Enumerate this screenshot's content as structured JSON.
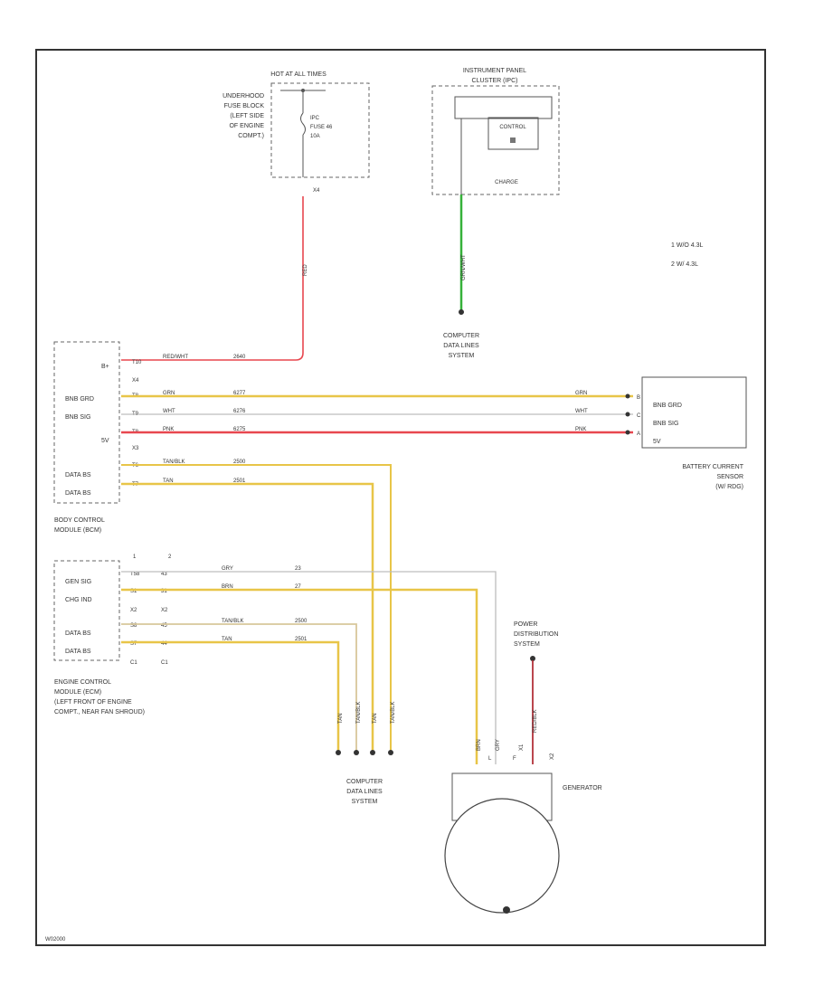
{
  "figure_id": "W02000",
  "legend": [
    "1  W/O 4.3L",
    "2  W/ 4.3L"
  ],
  "colors": {
    "red": "#e8474f",
    "yellow": "#e8c548",
    "green": "#36b13a",
    "white": "#bdbdbd",
    "dark_red": "#b3323a",
    "frame": "#333333"
  },
  "components": {
    "hot_at": {
      "title": "HOT AT ALL TIMES"
    },
    "underhood": {
      "lines": [
        "UNDERHOOD",
        "FUSE BLOCK",
        "(LEFT SIDE",
        "OF ENGINE",
        "COMPT.)"
      ]
    },
    "fuse": {
      "lines": [
        "IPC",
        "FUSE 46",
        "10A"
      ]
    },
    "fuse_pin": "X4",
    "ipc": {
      "title": [
        "INSTRUMENT PANEL",
        "CLUSTER (IPC)"
      ],
      "control": "CONTROL",
      "indicator": "CHARGE"
    },
    "cds_top": {
      "lines": [
        "COMPUTER",
        "DATA LINES",
        "SYSTEM"
      ]
    },
    "bcm": {
      "pins_top": [
        "B+"
      ],
      "conn_x1": "X4",
      "pins_x2": [
        "BNB GRD",
        "BNB SIG",
        "5V"
      ],
      "conn_x3": "X3",
      "pins_x3": [
        "DATA BS",
        "DATA BS"
      ],
      "pin_numbers": [
        "T10",
        "T8",
        "T9",
        "T8",
        "T6",
        "T7"
      ],
      "name": [
        "BODY CONTROL",
        "MODULE (BCM)"
      ]
    },
    "battery_sensor": {
      "pins": [
        "BNB GRD",
        "BNB SIG",
        "5V"
      ],
      "pin_letters": [
        "B",
        "C",
        "A"
      ],
      "name": [
        "BATTERY CURRENT",
        "SENSOR",
        "(W/ RDG)"
      ]
    },
    "ecm": {
      "columns": [
        "1",
        "2"
      ],
      "pins": [
        "GEN SIG",
        "CHG IND",
        "DATA BS",
        "DATA BS"
      ],
      "col1": [
        "T58",
        "S1",
        "S8",
        "S7"
      ],
      "col2": [
        "43",
        "31",
        "45",
        "44"
      ],
      "conn_a": [
        "X2",
        "X2"
      ],
      "conn_b": [
        "C1",
        "C1"
      ],
      "name": [
        "ENGINE CONTROL",
        "MODULE (ECM)",
        "(LEFT FRONT OF ENGINE",
        "COMPT., NEAR FAN SHROUD)"
      ]
    },
    "cds_bottom": {
      "lines": [
        "COMPUTER",
        "DATA LINES",
        "SYSTEM"
      ]
    },
    "power_dist": {
      "lines": [
        "POWER",
        "DISTRIBUTION",
        "SYSTEM"
      ]
    },
    "generator": {
      "name": "GENERATOR",
      "pins": [
        "L",
        "F",
        "X1",
        "X2"
      ]
    }
  },
  "wires": {
    "red_top": {
      "color": "RED",
      "circuit": "2640"
    },
    "red_bcm": {
      "color": "RED/WHT",
      "circuit": "2640"
    },
    "green_ipc": {
      "color": "GRN/WHT"
    },
    "grd": {
      "color": "GRN",
      "circuit": "6277",
      "color_right": "GRN"
    },
    "sig": {
      "color": "WHT",
      "circuit": "6276",
      "color_right": "WHT"
    },
    "v5": {
      "color": "PNK",
      "circuit": "6275",
      "color_right": "PNK"
    },
    "data1": {
      "color": "TAN/BLK",
      "circuit": "2500"
    },
    "data2": {
      "color": "TAN",
      "circuit": "2501"
    },
    "ecm_gen": {
      "color": "GRY",
      "circuit": "23"
    },
    "ecm_chg": {
      "color": "BRN",
      "circuit": "27"
    },
    "ecm_data1": {
      "color": "TAN/BLK",
      "circuit": "2500"
    },
    "ecm_data2": {
      "color": "TAN",
      "circuit": "2501"
    },
    "vert_labels": [
      "TAN",
      "TAN/BLK",
      "TAN",
      "TAN/BLK"
    ],
    "gen_labels": [
      "BRN",
      "GRY"
    ],
    "pd_wire": "RED/BLK"
  }
}
